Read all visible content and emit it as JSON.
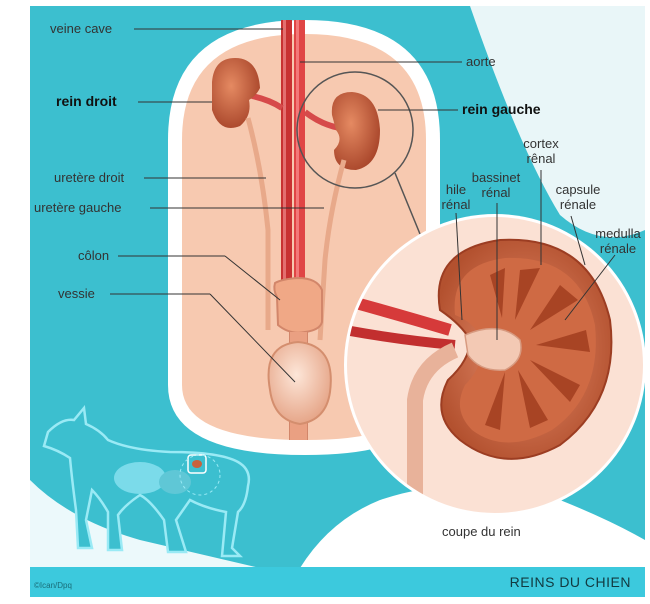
{
  "title": "REINS DU CHIEN",
  "credit": "©Ican/Dpq",
  "caption": "coupe du rein",
  "labels": {
    "veine_cave": "veine cave",
    "aorte": "aorte",
    "rein_droit": "rein droit",
    "rein_gauche": "rein gauche",
    "uretere_droit": "uretère droit",
    "uretere_gauche": "uretère gauche",
    "colon": "côlon",
    "vessie": "vessie",
    "cortex_line1": "cortex",
    "cortex_line2": "rênal",
    "bassinet_line1": "bassinet",
    "bassinet_line2": "rénal",
    "hile_line1": "hile",
    "hile_line2": "rénal",
    "capsule_line1": "capsule",
    "capsule_line2": "rénale",
    "medulla_line1": "medulla",
    "medulla_line2": "rénale"
  },
  "colors": {
    "background_teal": "#3cbfcf",
    "body_fill": "#f7c9b0",
    "kidney": "#c8613c",
    "vessel_red": "#d63a3a",
    "dog_blue": "#6fd4e8"
  }
}
